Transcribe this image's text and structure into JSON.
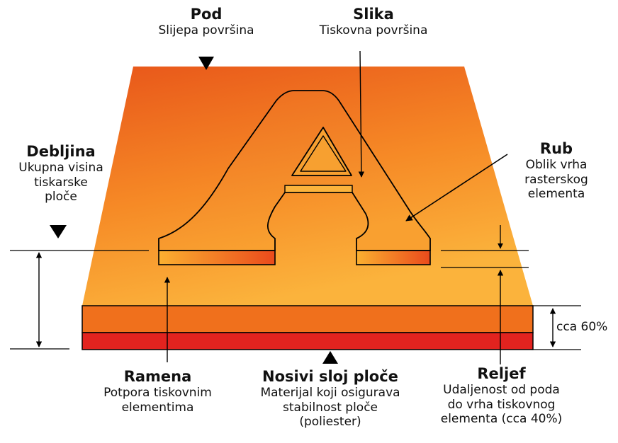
{
  "labels": {
    "pod": {
      "title": "Pod",
      "desc": [
        "Slijepa površina"
      ]
    },
    "slika": {
      "title": "Slika",
      "desc": [
        "Tiskovna površina"
      ]
    },
    "debljina": {
      "title": "Debljina",
      "desc": [
        "Ukupna visina",
        "tiskarske",
        "ploče"
      ]
    },
    "rub": {
      "title": "Rub",
      "desc": [
        "Oblik vrha",
        "rasterskog",
        "elementa"
      ]
    },
    "ramena": {
      "title": "Ramena",
      "desc": [
        "Potpora tiskovnim",
        "elementima"
      ]
    },
    "nosivi": {
      "title": "Nosivi sloj ploče",
      "desc": [
        "Materijal koji osigurava",
        "stabilnost ploče",
        "(poliester)"
      ]
    },
    "reljef": {
      "title": "Reljef",
      "desc": [
        "Udaljenost od poda",
        "do vrha tiskovnog",
        "elementa (cca 40%)"
      ]
    },
    "cca60": "cca 60%"
  },
  "colors": {
    "top_dark": "#e8561a",
    "top_light": "#fbb33c",
    "base_layer": "#f0701c",
    "support_layer": "#e2231f",
    "ink": "#000000"
  }
}
